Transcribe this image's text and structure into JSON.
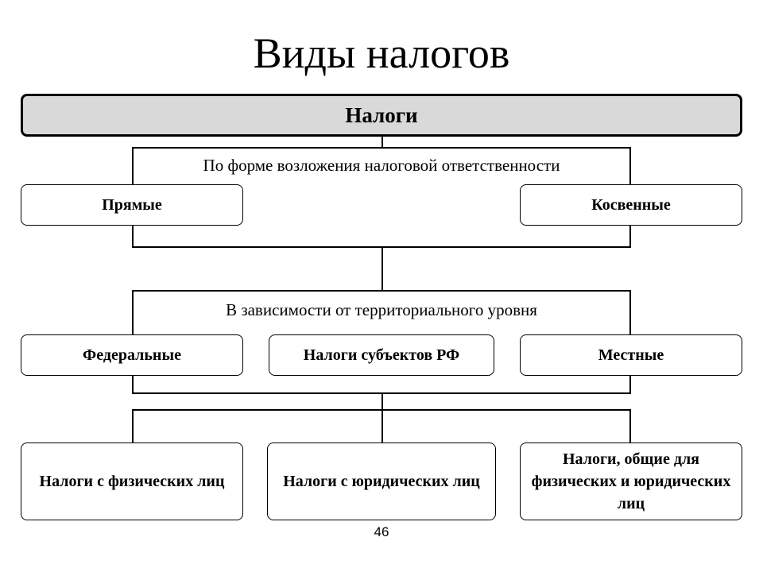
{
  "title": "Виды налогов",
  "root": "Налоги",
  "groups": {
    "form": {
      "label": "По форме возложения налоговой ответственности",
      "items": [
        "Прямые",
        "Косвенные"
      ]
    },
    "territory": {
      "label": "В зависимости от территориального уровня",
      "items": [
        "Федеральные",
        "Налоги субъектов РФ",
        "Местные"
      ]
    },
    "payers": {
      "items": [
        "Налоги с физических лиц",
        "Налоги с юридических лиц",
        "Налоги, общие для физических и юридических лиц"
      ]
    }
  },
  "page_number": "46"
}
